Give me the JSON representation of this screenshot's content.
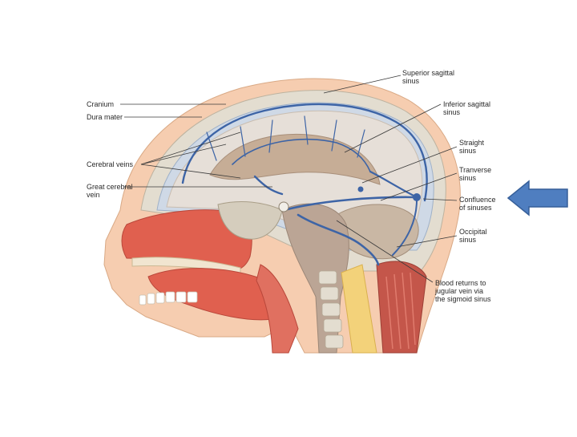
{
  "diagram": {
    "labels": {
      "superior_sagittal": "Superior sagittal\nsinus",
      "inferior_sagittal": "Inferior sagittal\nsinus",
      "cranium": "Cranium",
      "dura_mater": "Dura mater",
      "straight": "Straight\nsinus",
      "cerebral_veins": "Cerebral veins",
      "transverse": "Tranverse\nsinus",
      "great_cerebral": "Great cerebral\nvein",
      "confluence": "Confluence\nof sinuses",
      "occipital": "Occipital\nsinus",
      "blood_returns": "Blood returns to\njugular vein via\nthe sigmoid sinus"
    },
    "pointer_arrow": {
      "color": "#4f7ec0",
      "direction": "left",
      "target": "confluence"
    },
    "colors": {
      "skin": "#f6cdb0",
      "bone": "#e3ddd0",
      "brain": "#e6dfd8",
      "brainstem": "#bba595",
      "dura": "#b9c8dc",
      "vein": "#3d64a6",
      "mouth": "#e0604f",
      "spine": "#f3d27a",
      "muscle": "#c4564a"
    }
  }
}
